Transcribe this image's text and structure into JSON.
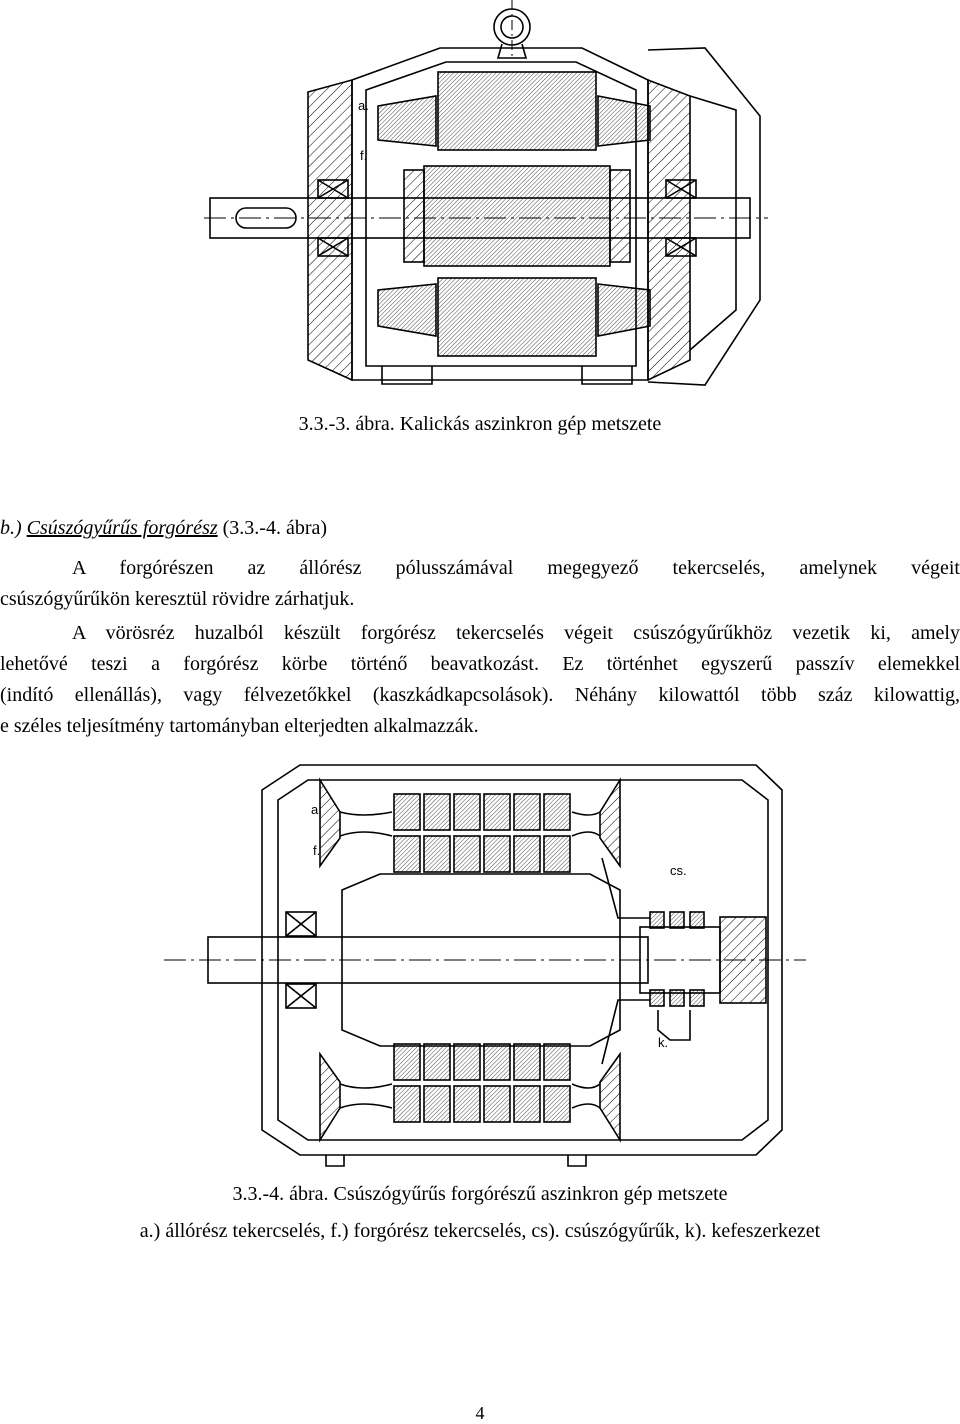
{
  "figure1": {
    "label_a": "a.",
    "label_f": "f.",
    "caption": "3.3.-3. ábra. Kalickás aszinkron gép metszete"
  },
  "section": {
    "prefix": "b.)",
    "title": "Csúszógyűrűs forgórész",
    "ref": "(3.3.-4. ábra)"
  },
  "paragraph1": {
    "lines": [
      "A forgórészen az állórész pólusszámával megegyező tekercselés, amelynek végeit",
      "csúszógyűrűkön keresztül rövidre zárhatjuk."
    ]
  },
  "paragraph2": {
    "lines": [
      "A vörösréz huzalból készült forgórész tekercselés végeit csúszógyűrűkhöz vezetik ki, amely",
      "lehetővé teszi a forgórész körbe történő beavatkozást. Ez történhet egyszerű passzív elemekkel",
      "(indító ellenállás), vagy félvezetőkkel (kaszkádkapcsolások). Néhány kilowattól több száz kilowattig,",
      "e széles teljesítmény tartományban elterjedten alkalmazzák."
    ]
  },
  "figure2": {
    "label_a": "a.",
    "label_f": "f.",
    "label_cs": "cs.",
    "label_k": "k.",
    "caption": "3.3.-4. ábra. Csúszógyűrűs forgórészű aszinkron gép metszete",
    "legend": "a.) állórész tekercselés, f.) forgórész tekercselés, cs). csúszógyűrűk, k). kefeszerkezet"
  },
  "page_number": "4"
}
